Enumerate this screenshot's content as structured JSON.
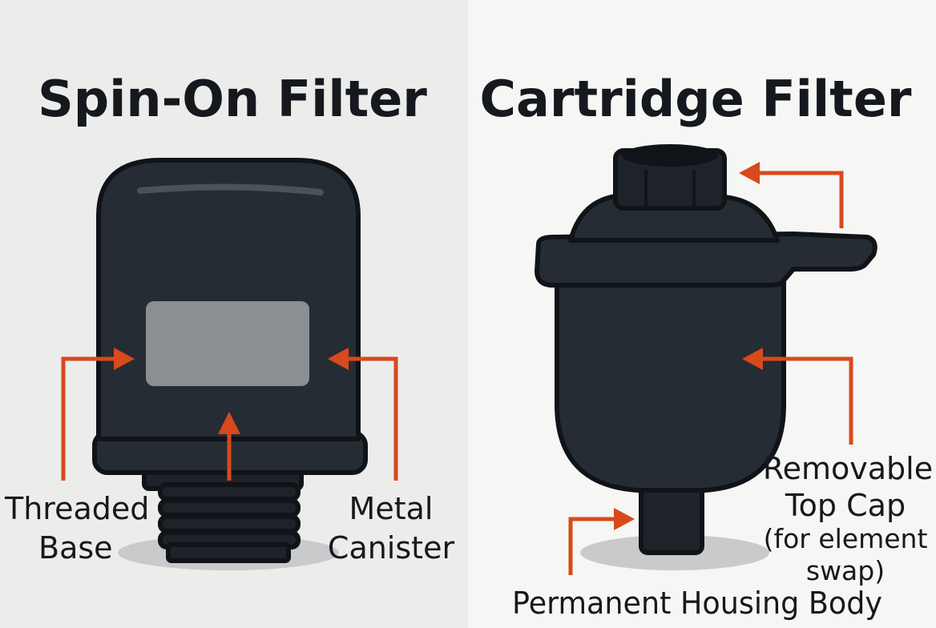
{
  "left_panel": {
    "title": "Spin-On Filter",
    "labels": {
      "threaded_base": [
        "Threaded",
        "Base"
      ],
      "metal_canister": [
        "Metal",
        "Canister"
      ]
    }
  },
  "right_panel": {
    "title": "Cartridge Filter",
    "labels": {
      "removable_top_cap": [
        "Removable",
        "Top Cap",
        "(for element",
        "swap)"
      ],
      "permanent_housing_body": "Permanent Housing Body"
    }
  },
  "colors": {
    "background_left": "#ececeb",
    "background_right": "#f6f6f5",
    "arrow": "#d8491c",
    "filter_body": "#262c33",
    "text": "#15191e"
  }
}
